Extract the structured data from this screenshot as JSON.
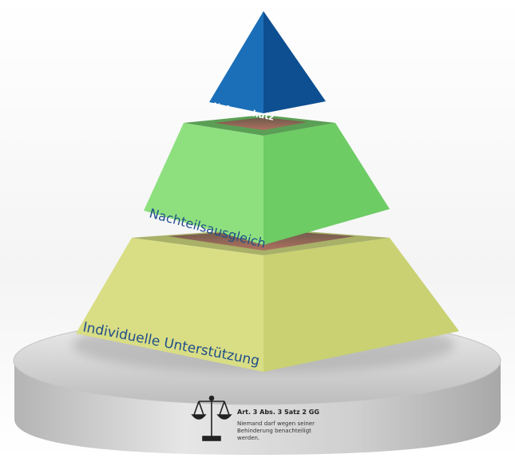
{
  "pyramid": {
    "top_label": "Notenschutz",
    "middle_label": "Nachteilsausgleich",
    "bottom_label": "Individuelle Unterstützung"
  },
  "pedestal": {
    "law_title": "Art. 3 Abs. 3 Satz 2 GG",
    "law_text_lines": [
      "Niemand darf wegen seiner",
      "Behinderung benachteiligt",
      "werden."
    ]
  },
  "icons": {
    "law": "scales-of-justice-icon"
  },
  "colors": {
    "top_left": "#1b6fb8",
    "top_right": "#0d4f91",
    "middle_left": "#8ee07f",
    "middle_right": "#6dcc64",
    "bottom_left": "#d9dd84",
    "bottom_right": "#c9d172",
    "label_text": "#1f4e8a",
    "pedestal": "#d6d6d6"
  }
}
